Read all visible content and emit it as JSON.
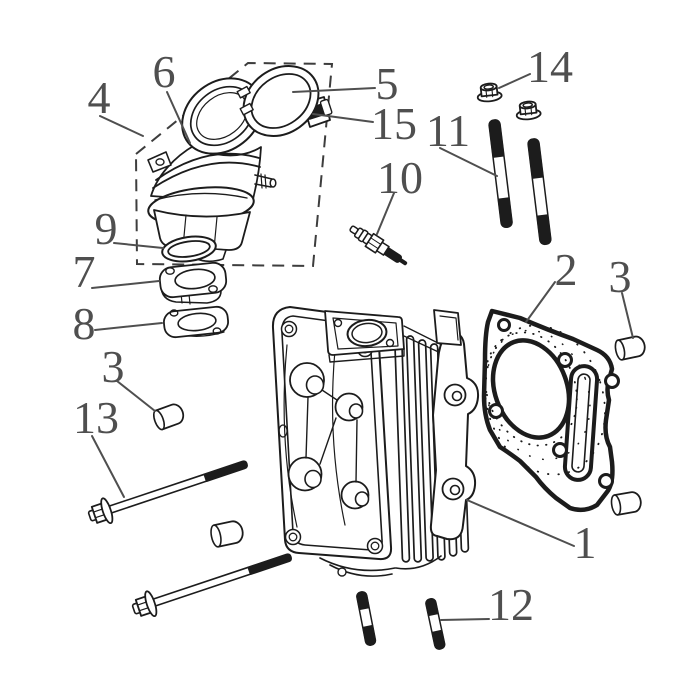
{
  "diagram": {
    "title": "cylinder-head-exploded-parts-diagram",
    "background": "#ffffff",
    "line_color": "#1c1c1c",
    "label_color": "#4f4f4f",
    "callouts": {
      "c1": {
        "label": "1",
        "part": "cylinder-head"
      },
      "c2": {
        "label": "2",
        "part": "cylinder-head-gasket"
      },
      "c3r": {
        "label": "3",
        "part": "dowel-pin"
      },
      "c3l": {
        "label": "3",
        "part": "dowel-pin"
      },
      "c4": {
        "label": "4",
        "part": "intake-manifold-assembly"
      },
      "c5": {
        "label": "5",
        "part": "hose-clamp"
      },
      "c6": {
        "label": "6",
        "part": "intake-manifold"
      },
      "c7": {
        "label": "7",
        "part": "insulator-spacer"
      },
      "c8": {
        "label": "8",
        "part": "insulator-gasket"
      },
      "c9": {
        "label": "9",
        "part": "o-ring"
      },
      "c10": {
        "label": "10",
        "part": "spark-plug"
      },
      "c11": {
        "label": "11",
        "part": "cylinder-stud-long"
      },
      "c12": {
        "label": "12",
        "part": "exhaust-stud-short"
      },
      "c13": {
        "label": "13",
        "part": "flange-bolt"
      },
      "c14": {
        "label": "14",
        "part": "flange-nut"
      },
      "c15": {
        "label": "15",
        "part": "clamp-screw"
      }
    }
  }
}
